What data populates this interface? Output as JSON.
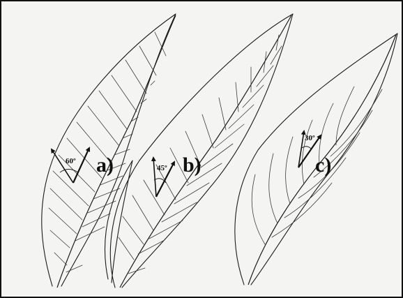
{
  "panels": [
    {
      "id": "a",
      "label": "a)",
      "angle": "60º"
    },
    {
      "id": "b",
      "label": "b)",
      "angle": "45º"
    },
    {
      "id": "c",
      "label": "c)",
      "angle": "30º"
    }
  ]
}
